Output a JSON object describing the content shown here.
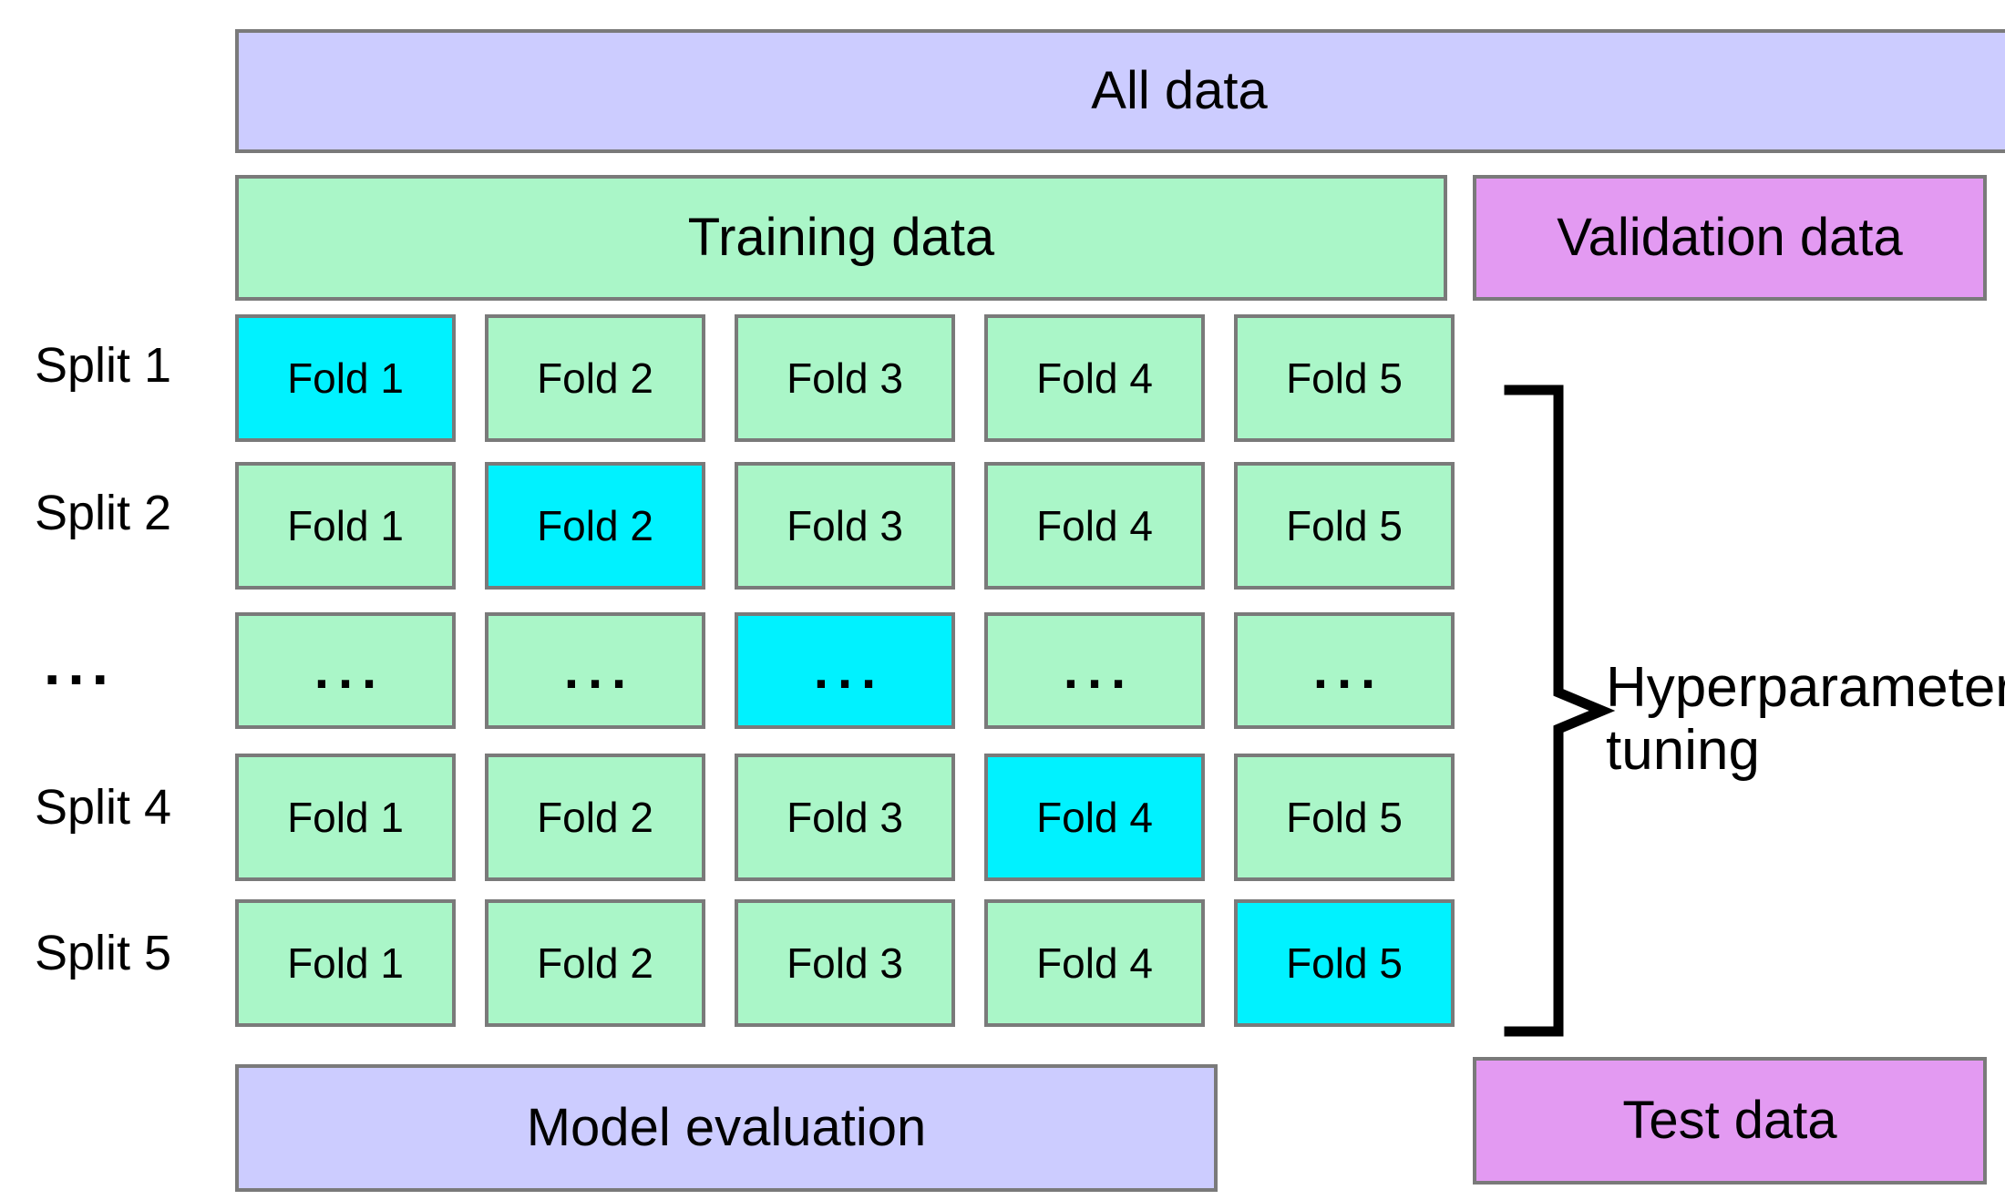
{
  "diagram": {
    "title_top": "All data",
    "training": "Training  data",
    "validation": "Validation  data",
    "model_evaluation": "Model evaluation",
    "test": "Test  data",
    "side_note": "Hyperparameter tuning",
    "ellipsis": "..."
  },
  "colors": {
    "lavender": "#ccccff",
    "green": "#aaf6c8",
    "magenta": "#e39af2",
    "cyan": "#00f2ff",
    "border": "#7a7a7a",
    "text": "#000000",
    "background": "#ffffff"
  },
  "fold_columns": [
    "Fold 1",
    "Fold 2",
    "Fold 3",
    "Fold 4",
    "Fold 5"
  ],
  "splits": [
    {
      "label": "Split 1",
      "held_out_index": 0,
      "cells": [
        {
          "text": "Fold 1",
          "highlight": true
        },
        {
          "text": "Fold 2",
          "highlight": false
        },
        {
          "text": "Fold 3",
          "highlight": false
        },
        {
          "text": "Fold 4",
          "highlight": false
        },
        {
          "text": "Fold 5",
          "highlight": false
        }
      ]
    },
    {
      "label": "Split 2",
      "held_out_index": 1,
      "cells": [
        {
          "text": "Fold 1",
          "highlight": false
        },
        {
          "text": "Fold 2",
          "highlight": true
        },
        {
          "text": "Fold 3",
          "highlight": false
        },
        {
          "text": "Fold 4",
          "highlight": false
        },
        {
          "text": "Fold 5",
          "highlight": false
        }
      ]
    },
    {
      "label": "...",
      "held_out_index": 2,
      "cells": [
        {
          "text": "...",
          "highlight": false
        },
        {
          "text": "...",
          "highlight": false
        },
        {
          "text": "...",
          "highlight": true
        },
        {
          "text": "...",
          "highlight": false
        },
        {
          "text": "...",
          "highlight": false
        }
      ]
    },
    {
      "label": "Split 4",
      "held_out_index": 3,
      "cells": [
        {
          "text": "Fold 1",
          "highlight": false
        },
        {
          "text": "Fold 2",
          "highlight": false
        },
        {
          "text": "Fold 3",
          "highlight": false
        },
        {
          "text": "Fold 4",
          "highlight": true
        },
        {
          "text": "Fold 5",
          "highlight": false
        }
      ]
    },
    {
      "label": "Split 5",
      "held_out_index": 4,
      "cells": [
        {
          "text": "Fold 1",
          "highlight": false
        },
        {
          "text": "Fold 2",
          "highlight": false
        },
        {
          "text": "Fold 3",
          "highlight": false
        },
        {
          "text": "Fold 4",
          "highlight": false
        },
        {
          "text": "Fold 5",
          "highlight": true
        }
      ]
    }
  ]
}
